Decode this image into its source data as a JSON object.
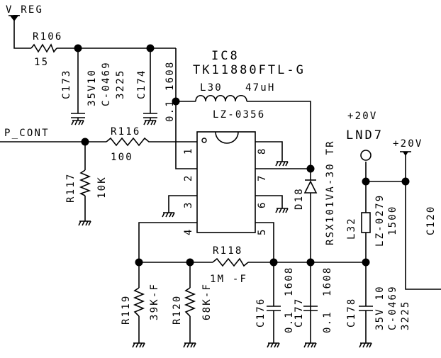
{
  "nets": {
    "v_reg": "V_REG",
    "p_cont": "P_CONT",
    "plus20v_a": "+20V",
    "plus20v_b": "+20V"
  },
  "ic": {
    "ref": "IC8",
    "part": "TK11880FTL-G",
    "pins": [
      "1",
      "2",
      "3",
      "4",
      "5",
      "6",
      "7",
      "8"
    ]
  },
  "inductor_l30": {
    "ref": "L30",
    "value": "47uH",
    "part": "LZ-0356"
  },
  "diode_d18": {
    "ref": "D18",
    "part": "RSX101VA-30 TR"
  },
  "connector_lnd7": {
    "ref": "LND7"
  },
  "resistors": {
    "r106": {
      "ref": "R106",
      "value": "15"
    },
    "r116": {
      "ref": "R116",
      "value": "100"
    },
    "r117": {
      "ref": "R117",
      "value": "10K"
    },
    "r118": {
      "ref": "R118",
      "value": "1M -F"
    },
    "r119": {
      "ref": "R119",
      "value": "39K-F"
    },
    "r120": {
      "ref": "R120",
      "value": "68K-F"
    }
  },
  "capacitors": {
    "c173": {
      "ref": "C173",
      "value": "35V10",
      "part": "C-0469",
      "size": "3225"
    },
    "c174": {
      "ref": "C174",
      "value": "0.1",
      "size": "1608"
    },
    "c176": {
      "ref": "C176",
      "value": "0.1",
      "size": "1608"
    },
    "c177": {
      "ref": "C177",
      "value": "0.1",
      "size": "1608"
    },
    "c178": {
      "ref": "C178",
      "value": "35V 10",
      "part": "C-0469",
      "size": "3225"
    },
    "c120": {
      "ref": "C120"
    }
  },
  "ferrite_l32": {
    "ref": "L32",
    "part": "LZ-0279",
    "value": "1500"
  }
}
